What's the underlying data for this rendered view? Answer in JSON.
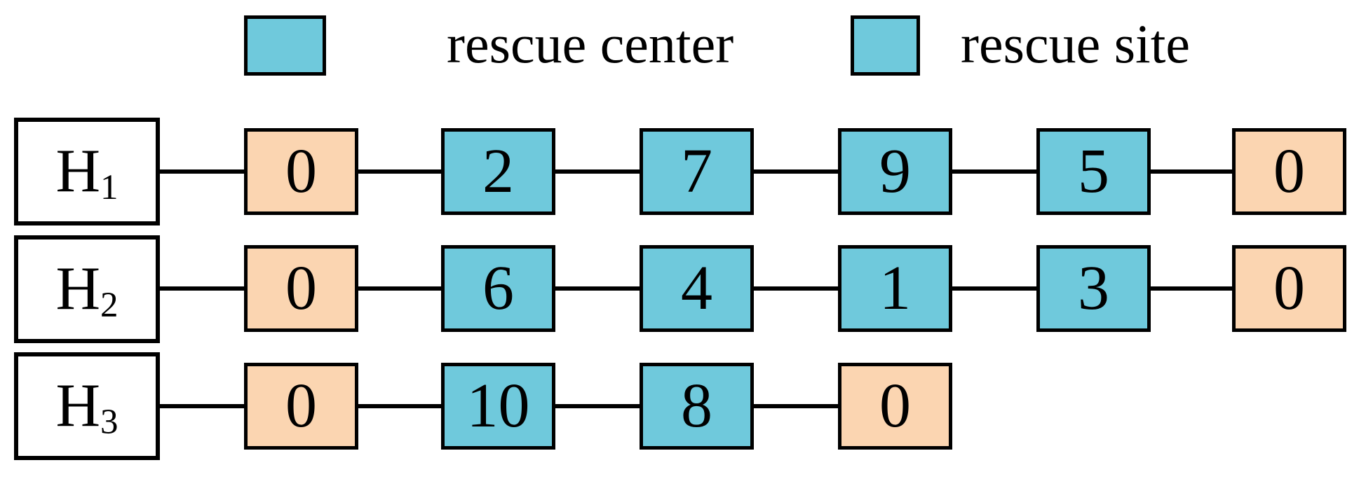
{
  "colors": {
    "center_fill": "#6FC9DC",
    "endpoint_fill": "#FBD5B1",
    "legend_swatch": "#6FC9DC",
    "line": "#000000",
    "background": "#FFFFFF"
  },
  "legend": {
    "items": [
      {
        "label": "rescue center",
        "swatch_color": "#6FC9DC"
      },
      {
        "label": "rescue site",
        "swatch_color": "#6FC9DC"
      }
    ]
  },
  "rows": [
    {
      "label_base": "H",
      "label_sub": "1",
      "cells": [
        {
          "value": "0",
          "kind": "endpoint"
        },
        {
          "value": "2",
          "kind": "center"
        },
        {
          "value": "7",
          "kind": "center"
        },
        {
          "value": "9",
          "kind": "center"
        },
        {
          "value": "5",
          "kind": "center"
        },
        {
          "value": "0",
          "kind": "endpoint"
        }
      ]
    },
    {
      "label_base": "H",
      "label_sub": "2",
      "cells": [
        {
          "value": "0",
          "kind": "endpoint"
        },
        {
          "value": "6",
          "kind": "center"
        },
        {
          "value": "4",
          "kind": "center"
        },
        {
          "value": "1",
          "kind": "center"
        },
        {
          "value": "3",
          "kind": "center"
        },
        {
          "value": "0",
          "kind": "endpoint"
        }
      ]
    },
    {
      "label_base": "H",
      "label_sub": "3",
      "cells": [
        {
          "value": "0",
          "kind": "endpoint"
        },
        {
          "value": "10",
          "kind": "center"
        },
        {
          "value": "8",
          "kind": "center"
        },
        {
          "value": "0",
          "kind": "endpoint"
        }
      ]
    }
  ]
}
